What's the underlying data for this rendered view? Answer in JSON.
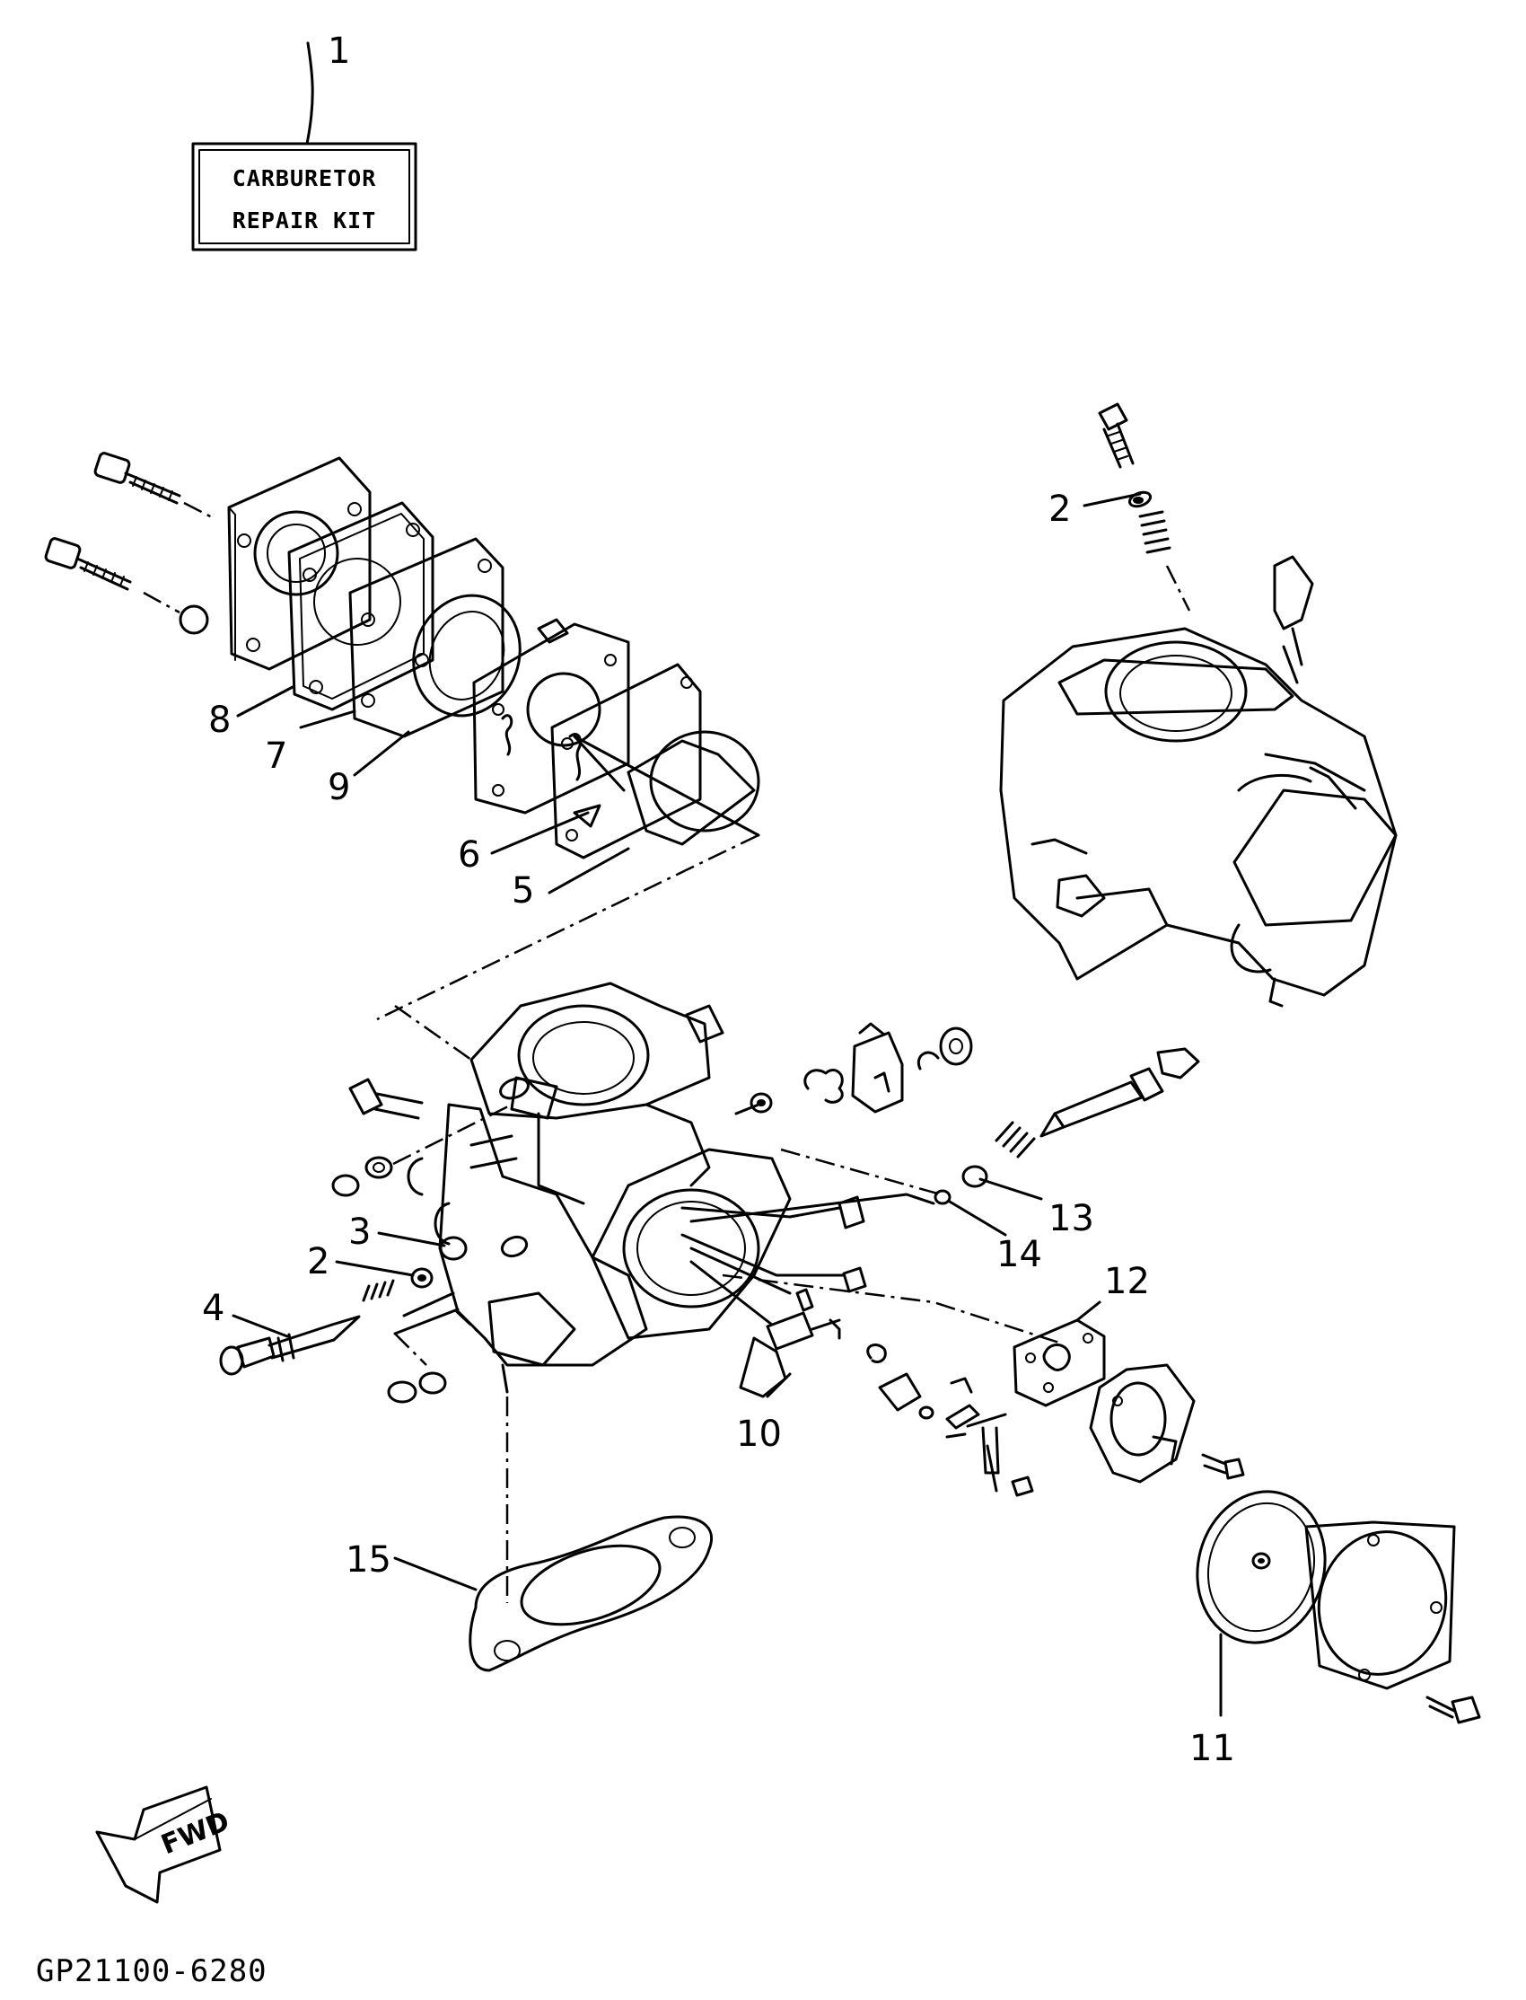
{
  "kit_box": {
    "line1": "CARBURETOR",
    "line2": "REPAIR KIT",
    "part_number": "1"
  },
  "callouts": {
    "c2_top": "2",
    "c2_left": "2",
    "c3": "3",
    "c4": "4",
    "c5": "5",
    "c6": "6",
    "c7": "7",
    "c8": "8",
    "c9": "9",
    "c10": "10",
    "c11": "11",
    "c12": "12",
    "c13": "13",
    "c14": "14",
    "c15": "15"
  },
  "fwd_label": "FWD",
  "diagram_code": "GP21100-6280"
}
